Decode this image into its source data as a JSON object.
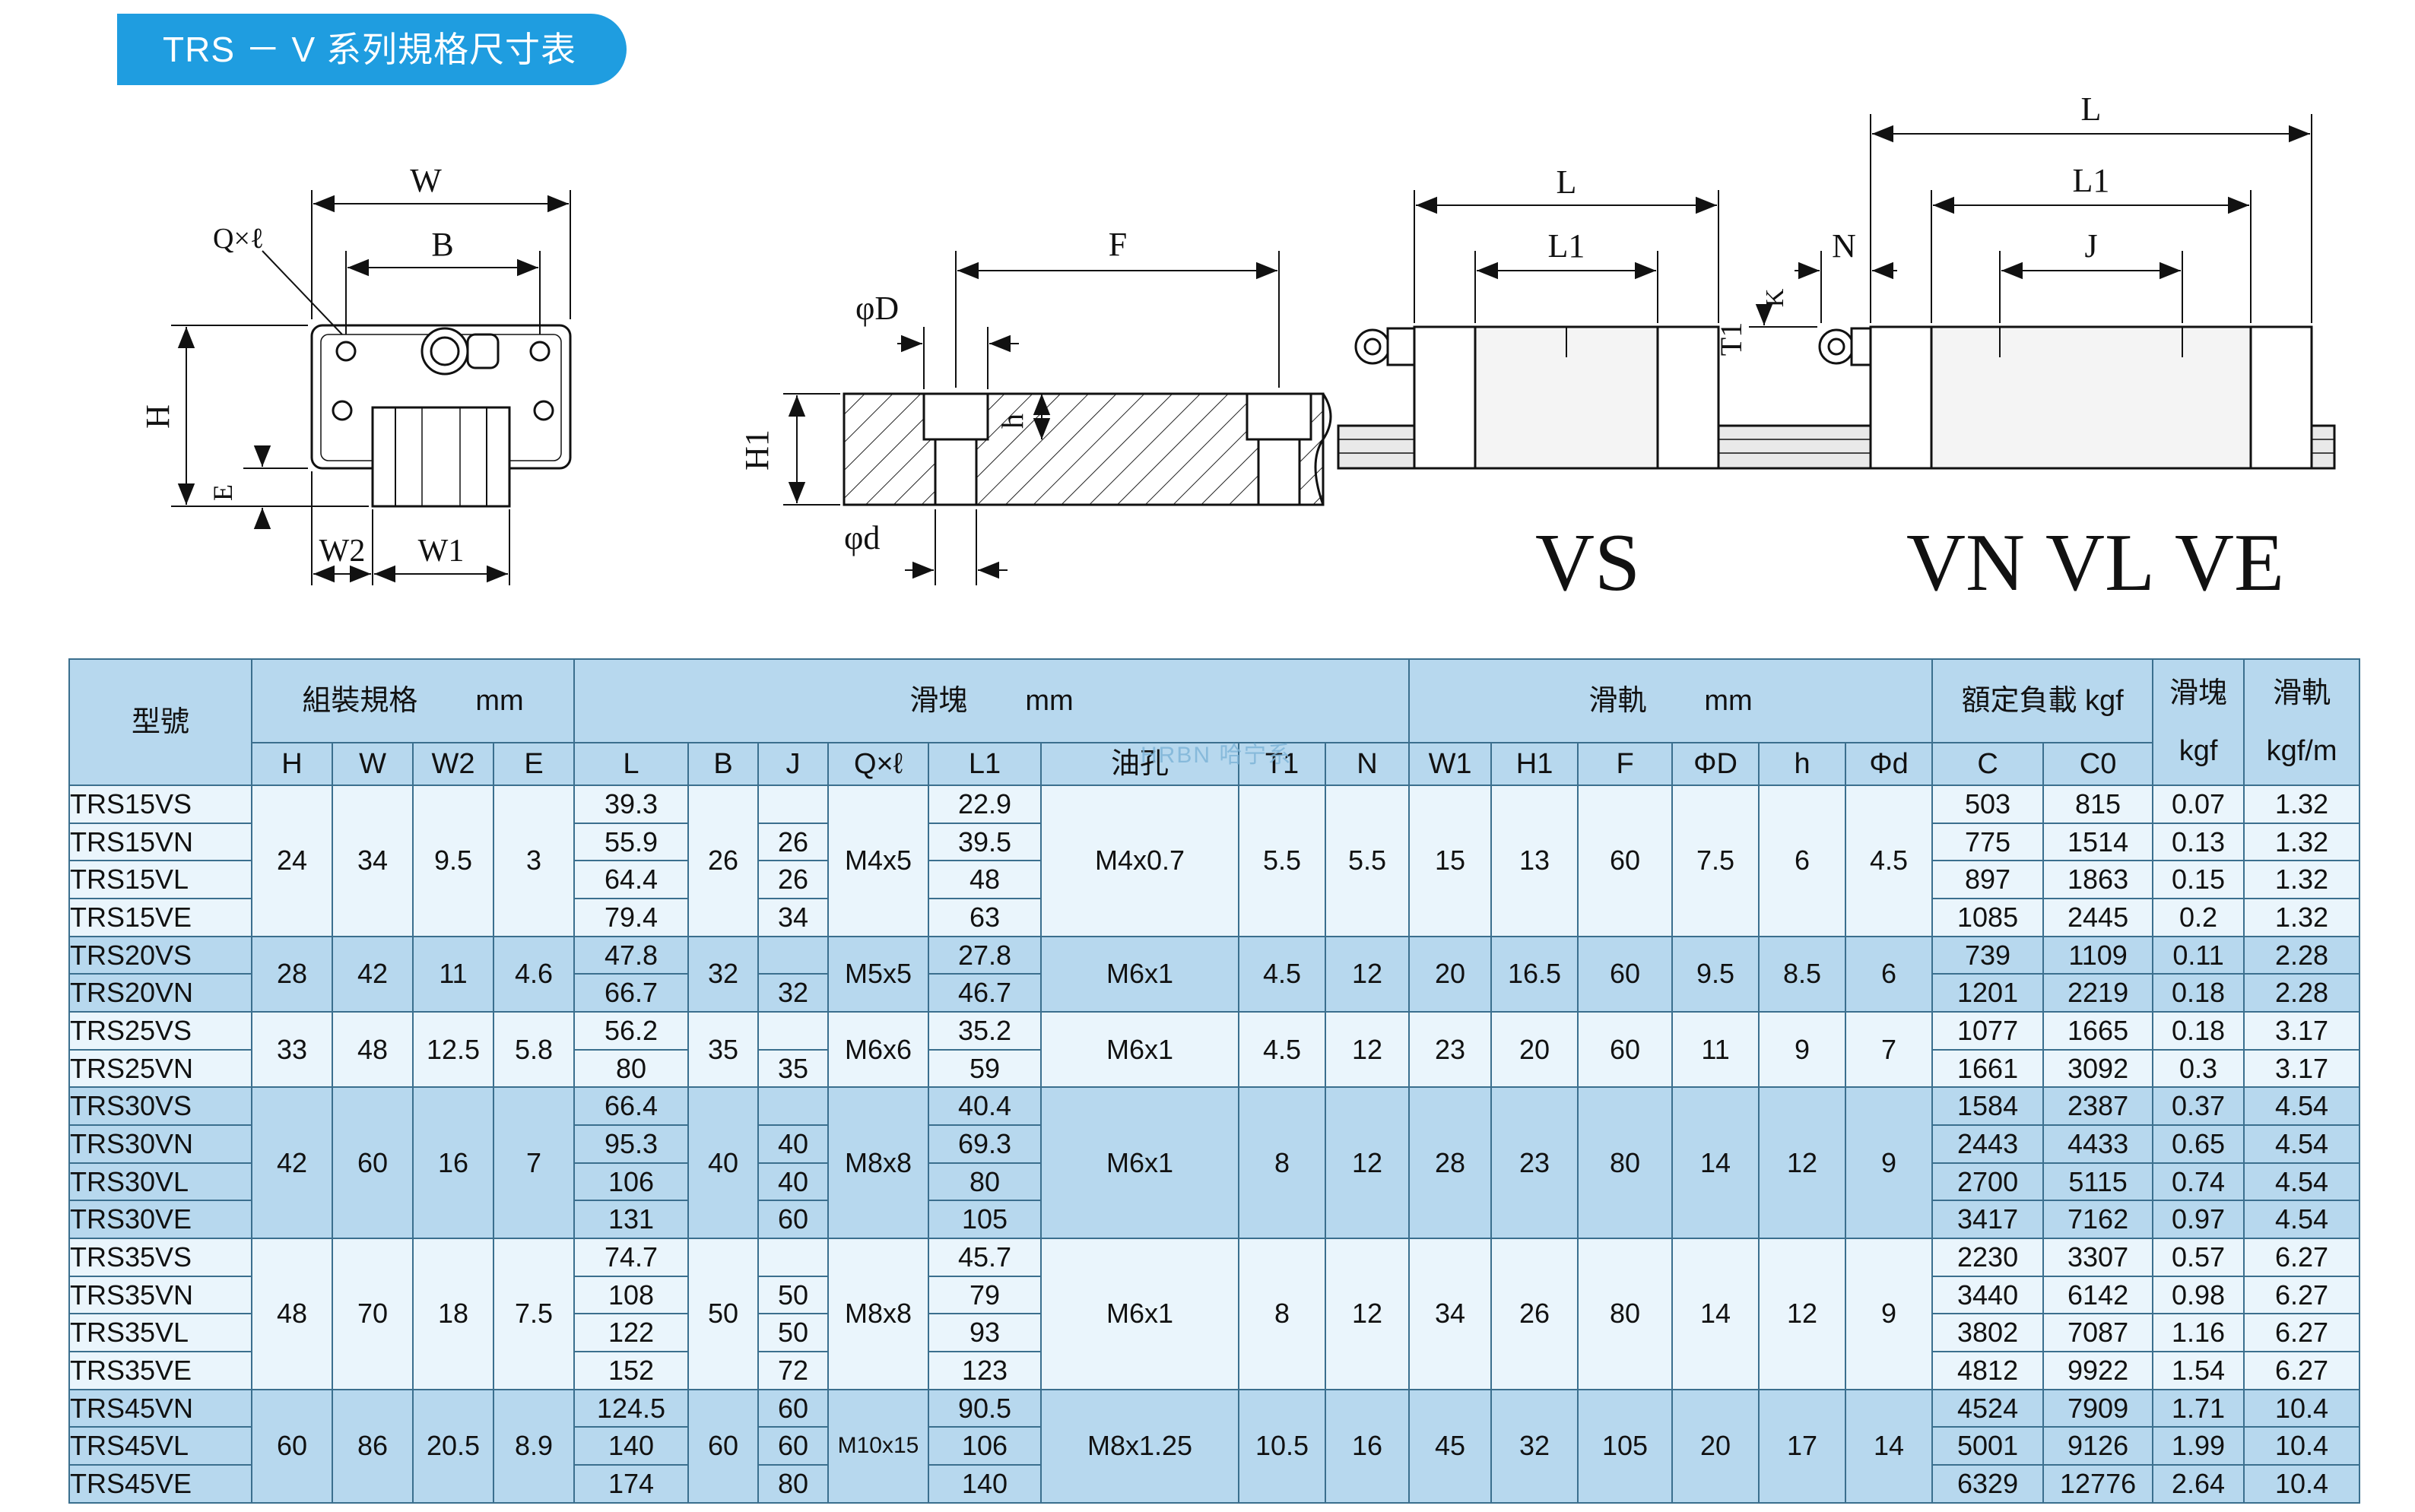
{
  "title": "TRS － V 系列規格尺寸表",
  "watermark": "HRBN 哈宁系",
  "drawing_labels": {
    "W": "W",
    "B": "B",
    "Q": "Q×ℓ",
    "H": "H",
    "E": "E",
    "W2": "W2",
    "W1": "W1",
    "F": "F",
    "phiD": "φD",
    "phid": "φd",
    "H1": "H1",
    "h": "h",
    "L": "L",
    "L1": "L1",
    "N": "N",
    "J": "J",
    "T1": "T1",
    "K": "K",
    "vs": "VS",
    "vn": "VN",
    "vl": "VL",
    "ve": "VE"
  },
  "table": {
    "header": {
      "model": "型號",
      "assembly": "組裝規格　　mm",
      "block": "滑塊　　mm",
      "rail": "滑軌　　mm",
      "load": "額定負載 kgf",
      "block_weight": "滑塊",
      "block_weight_unit": "kgf",
      "rail_weight": "滑軌",
      "rail_weight_unit": "kgf/m",
      "cols": [
        "H",
        "W",
        "W2",
        "E",
        "L",
        "B",
        "J",
        "Q×ℓ",
        "L1",
        "油孔",
        "T1",
        "N",
        "W1",
        "H1",
        "F",
        "ΦD",
        "h",
        "Φd",
        "C",
        "C0"
      ]
    },
    "groups": [
      {
        "H": "24",
        "W": "34",
        "W2": "9.5",
        "E": "3",
        "B": "26",
        "Q": "M4x5",
        "oil": "M4x0.7",
        "T1": "5.5",
        "N": "5.5",
        "W1": "15",
        "H1": "13",
        "F": "60",
        "D": "7.5",
        "h": "6",
        "d": "4.5",
        "rows": [
          {
            "model": "TRS15VS",
            "L": "39.3",
            "J": "",
            "L1": "22.9",
            "C": "503",
            "C0": "815",
            "bw": "0.07",
            "rw": "1.32"
          },
          {
            "model": "TRS15VN",
            "L": "55.9",
            "J": "26",
            "L1": "39.5",
            "C": "775",
            "C0": "1514",
            "bw": "0.13",
            "rw": "1.32"
          },
          {
            "model": "TRS15VL",
            "L": "64.4",
            "J": "26",
            "L1": "48",
            "C": "897",
            "C0": "1863",
            "bw": "0.15",
            "rw": "1.32"
          },
          {
            "model": "TRS15VE",
            "L": "79.4",
            "J": "34",
            "L1": "63",
            "C": "1085",
            "C0": "2445",
            "bw": "0.2",
            "rw": "1.32"
          }
        ]
      },
      {
        "H": "28",
        "W": "42",
        "W2": "11",
        "E": "4.6",
        "B": "32",
        "Q": "M5x5",
        "oil": "M6x1",
        "T1": "4.5",
        "N": "12",
        "W1": "20",
        "H1": "16.5",
        "F": "60",
        "D": "9.5",
        "h": "8.5",
        "d": "6",
        "rows": [
          {
            "model": "TRS20VS",
            "L": "47.8",
            "J": "",
            "L1": "27.8",
            "C": "739",
            "C0": "1109",
            "bw": "0.11",
            "rw": "2.28"
          },
          {
            "model": "TRS20VN",
            "L": "66.7",
            "J": "32",
            "L1": "46.7",
            "C": "1201",
            "C0": "2219",
            "bw": "0.18",
            "rw": "2.28"
          }
        ]
      },
      {
        "H": "33",
        "W": "48",
        "W2": "12.5",
        "E": "5.8",
        "B": "35",
        "Q": "M6x6",
        "oil": "M6x1",
        "T1": "4.5",
        "N": "12",
        "W1": "23",
        "H1": "20",
        "F": "60",
        "D": "11",
        "h": "9",
        "d": "7",
        "rows": [
          {
            "model": "TRS25VS",
            "L": "56.2",
            "J": "",
            "L1": "35.2",
            "C": "1077",
            "C0": "1665",
            "bw": "0.18",
            "rw": "3.17"
          },
          {
            "model": "TRS25VN",
            "L": "80",
            "J": "35",
            "L1": "59",
            "C": "1661",
            "C0": "3092",
            "bw": "0.3",
            "rw": "3.17"
          }
        ]
      },
      {
        "H": "42",
        "W": "60",
        "W2": "16",
        "E": "7",
        "B": "40",
        "Q": "M8x8",
        "oil": "M6x1",
        "T1": "8",
        "N": "12",
        "W1": "28",
        "H1": "23",
        "F": "80",
        "D": "14",
        "h": "12",
        "d": "9",
        "rows": [
          {
            "model": "TRS30VS",
            "L": "66.4",
            "J": "",
            "L1": "40.4",
            "C": "1584",
            "C0": "2387",
            "bw": "0.37",
            "rw": "4.54"
          },
          {
            "model": "TRS30VN",
            "L": "95.3",
            "J": "40",
            "L1": "69.3",
            "C": "2443",
            "C0": "4433",
            "bw": "0.65",
            "rw": "4.54"
          },
          {
            "model": "TRS30VL",
            "L": "106",
            "J": "40",
            "L1": "80",
            "C": "2700",
            "C0": "5115",
            "bw": "0.74",
            "rw": "4.54"
          },
          {
            "model": "TRS30VE",
            "L": "131",
            "J": "60",
            "L1": "105",
            "C": "3417",
            "C0": "7162",
            "bw": "0.97",
            "rw": "4.54"
          }
        ]
      },
      {
        "H": "48",
        "W": "70",
        "W2": "18",
        "E": "7.5",
        "B": "50",
        "Q": "M8x8",
        "oil": "M6x1",
        "T1": "8",
        "N": "12",
        "W1": "34",
        "H1": "26",
        "F": "80",
        "D": "14",
        "h": "12",
        "d": "9",
        "rows": [
          {
            "model": "TRS35VS",
            "L": "74.7",
            "J": "",
            "L1": "45.7",
            "C": "2230",
            "C0": "3307",
            "bw": "0.57",
            "rw": "6.27"
          },
          {
            "model": "TRS35VN",
            "L": "108",
            "J": "50",
            "L1": "79",
            "C": "3440",
            "C0": "6142",
            "bw": "0.98",
            "rw": "6.27"
          },
          {
            "model": "TRS35VL",
            "L": "122",
            "J": "50",
            "L1": "93",
            "C": "3802",
            "C0": "7087",
            "bw": "1.16",
            "rw": "6.27"
          },
          {
            "model": "TRS35VE",
            "L": "152",
            "J": "72",
            "L1": "123",
            "C": "4812",
            "C0": "9922",
            "bw": "1.54",
            "rw": "6.27"
          }
        ]
      },
      {
        "H": "60",
        "W": "86",
        "W2": "20.5",
        "E": "8.9",
        "B": "60",
        "Q": "M10x15",
        "oil": "M8x1.25",
        "T1": "10.5",
        "N": "16",
        "W1": "45",
        "H1": "32",
        "F": "105",
        "D": "20",
        "h": "17",
        "d": "14",
        "rows": [
          {
            "model": "TRS45VN",
            "L": "124.5",
            "J": "60",
            "L1": "90.5",
            "C": "4524",
            "C0": "7909",
            "bw": "1.71",
            "rw": "10.4"
          },
          {
            "model": "TRS45VL",
            "L": "140",
            "J": "60",
            "L1": "106",
            "C": "5001",
            "C0": "9126",
            "bw": "1.99",
            "rw": "10.4"
          },
          {
            "model": "TRS45VE",
            "L": "174",
            "J": "80",
            "L1": "140",
            "C": "6329",
            "C0": "12776",
            "bw": "2.64",
            "rw": "10.4"
          }
        ]
      }
    ]
  }
}
